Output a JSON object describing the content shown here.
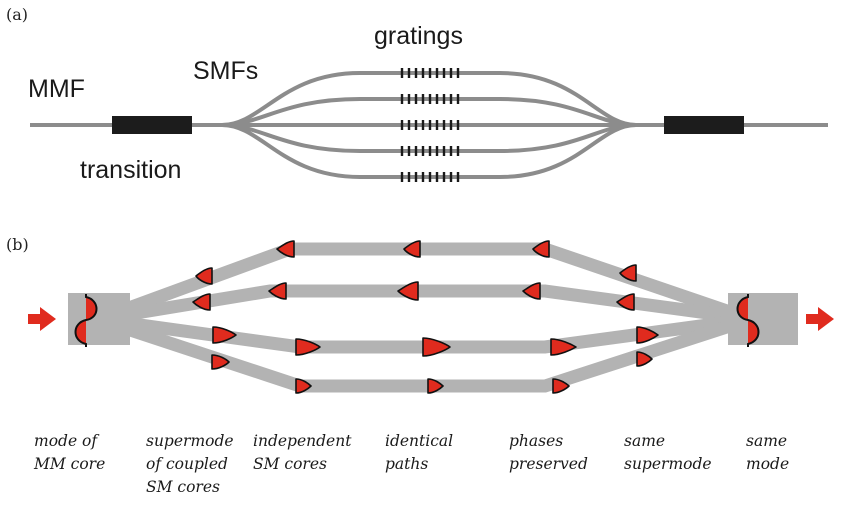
{
  "panel_a": {
    "panel_label": "(a)",
    "labels": {
      "mmf": "MMF",
      "smfs": "SMFs",
      "gratings": "gratings",
      "transition": "transition"
    }
  },
  "panel_b": {
    "panel_label": "(b)",
    "captions": [
      {
        "lines": [
          "mode of",
          "MM core"
        ]
      },
      {
        "lines": [
          "supermode",
          "of coupled",
          "SM cores"
        ]
      },
      {
        "lines": [
          "independent",
          "SM cores"
        ]
      },
      {
        "lines": [
          "identical",
          "paths"
        ]
      },
      {
        "lines": [
          "phases",
          "preserved"
        ]
      },
      {
        "lines": [
          "same",
          "supermode"
        ]
      },
      {
        "lines": [
          "same",
          "mode"
        ]
      }
    ]
  },
  "colors": {
    "fiber": "#8c8c8c",
    "waveguide": "#b3b3b3",
    "mode": "#e02b1e",
    "transition": "#1c1c1c"
  }
}
